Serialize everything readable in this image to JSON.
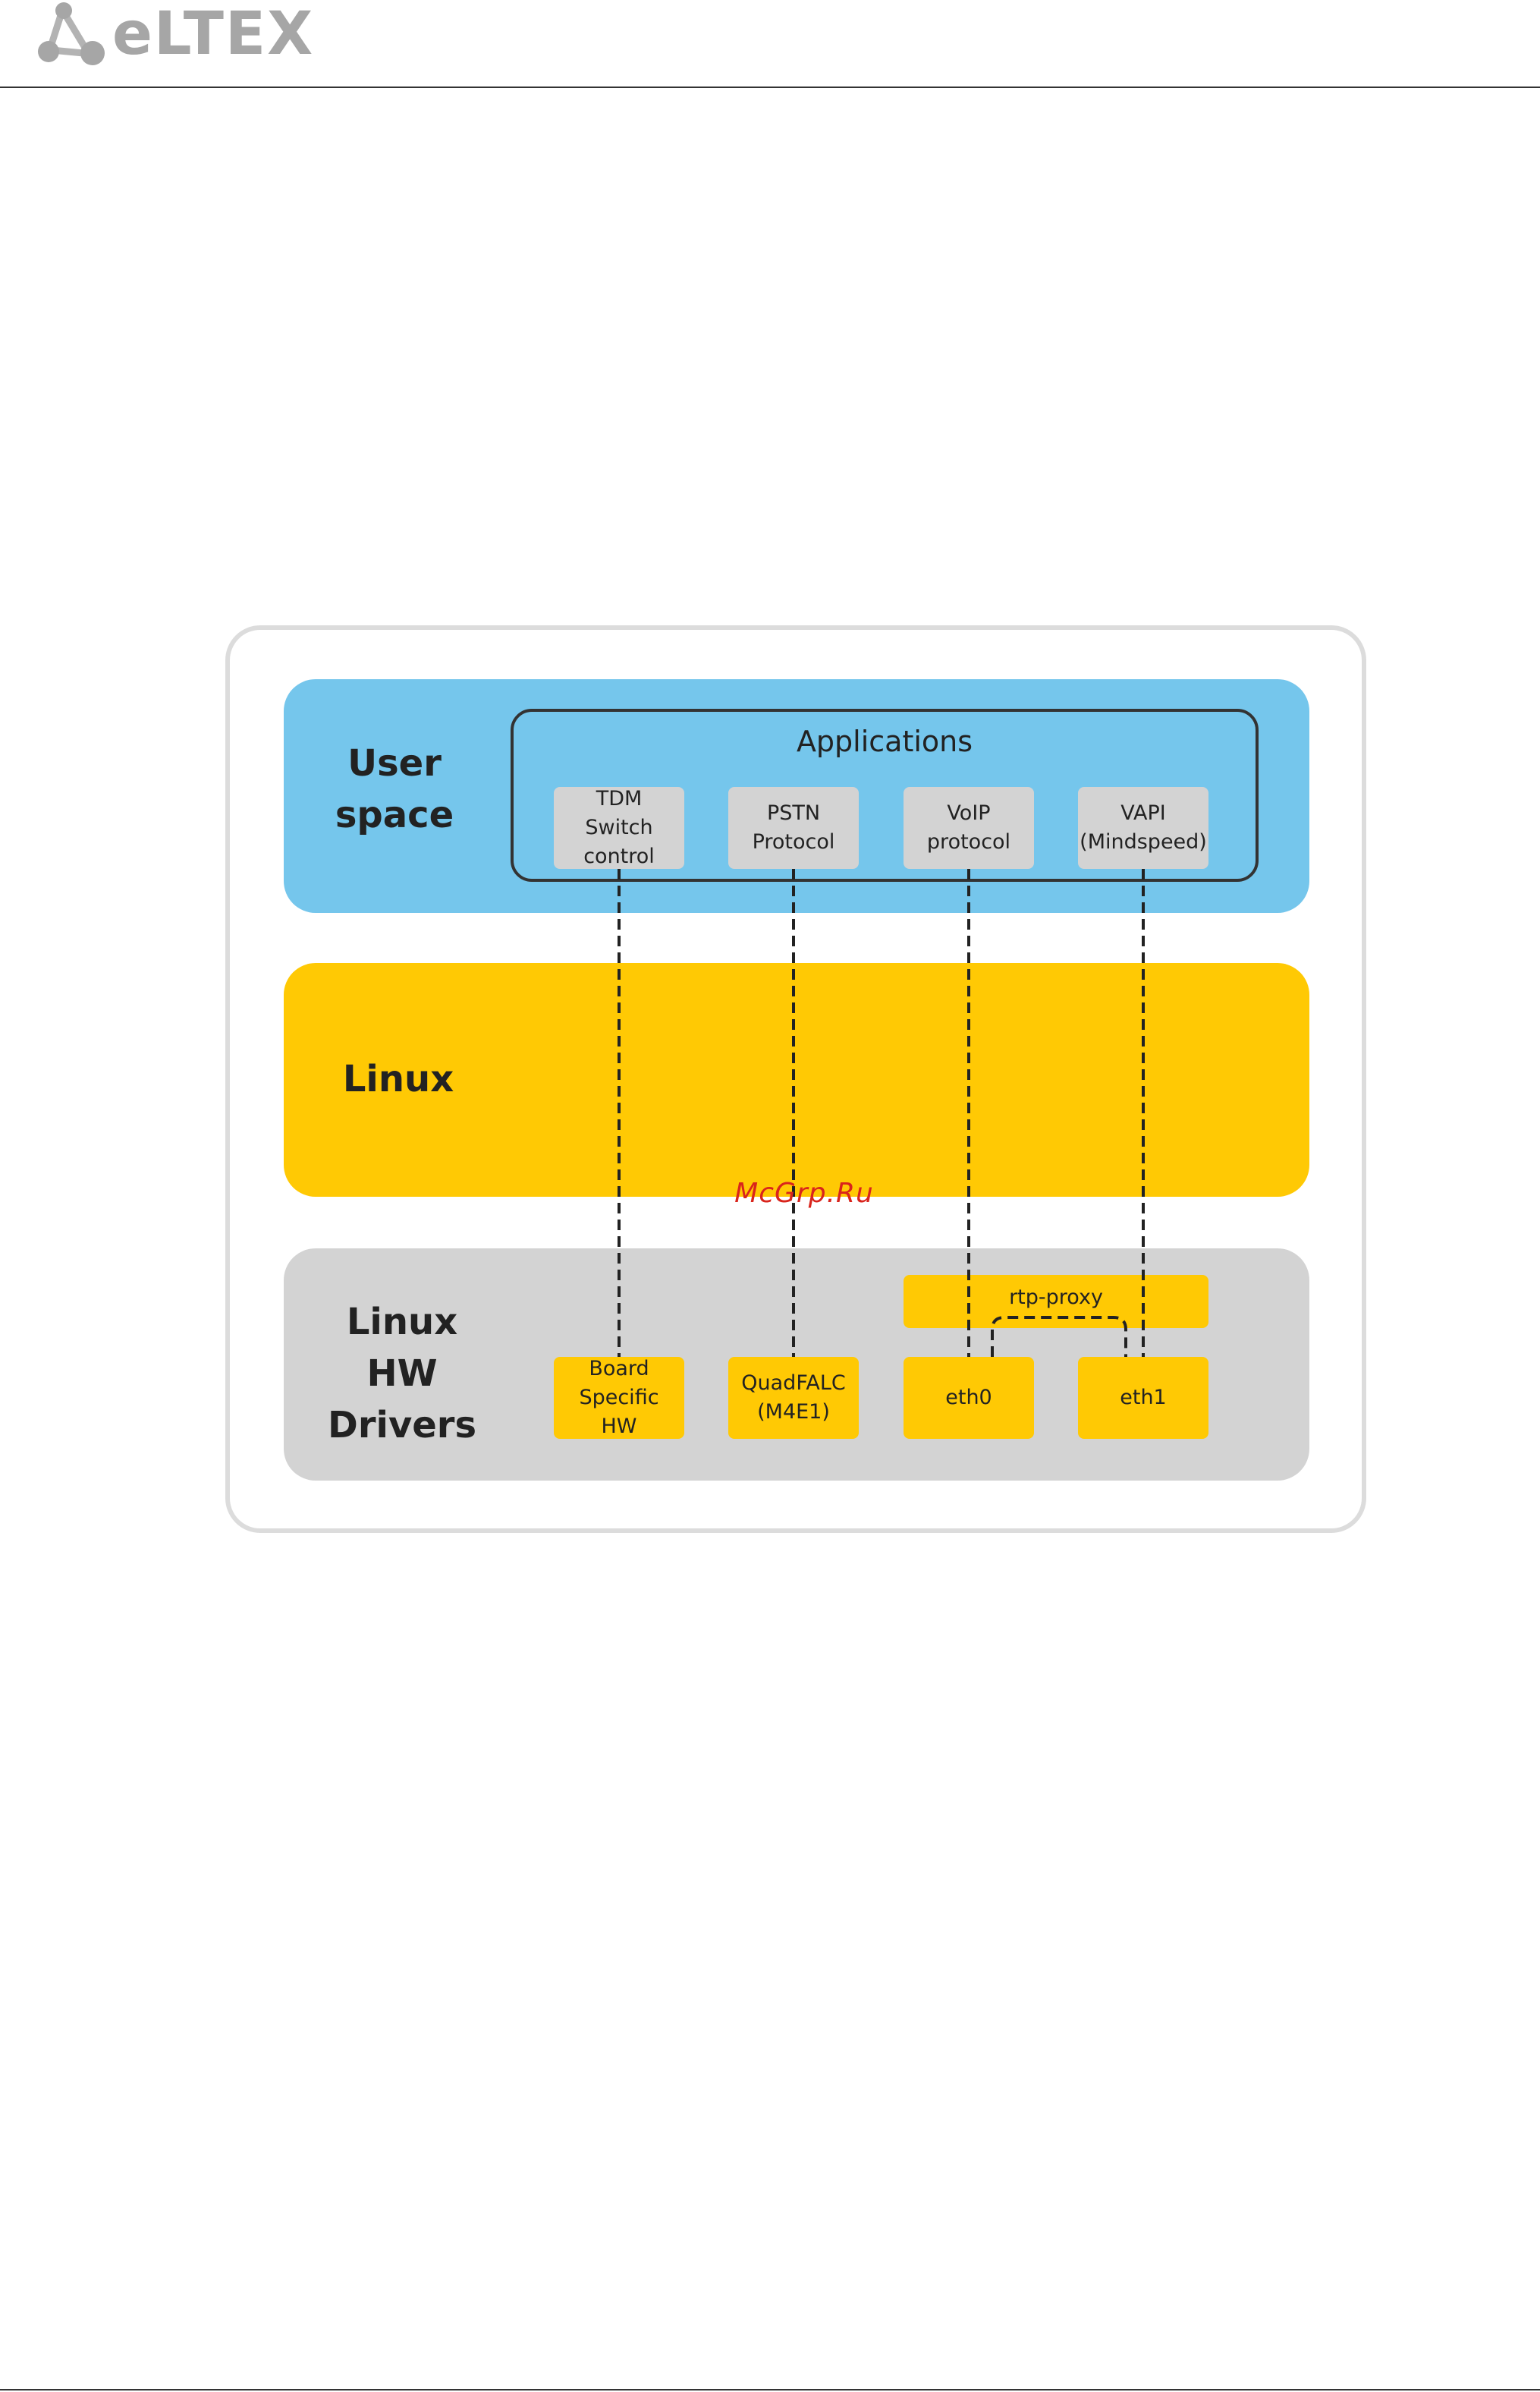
{
  "header": {
    "logo_text": "eLTEX"
  },
  "diagram": {
    "layers": {
      "user_space": "User\nspace",
      "linux": "Linux",
      "hw_drivers": "Linux\nHW\nDrivers"
    },
    "applications": {
      "title": "Applications",
      "items": [
        "TDM\nSwitch\ncontrol",
        "PSTN\nProtocol",
        "VoIP\nprotocol",
        "VAPI\n(Mindspeed)"
      ]
    },
    "drivers": {
      "items": [
        "Board\nSpecific\nHW",
        "QuadFALC\n(M4E1)",
        "eth0",
        "eth1"
      ],
      "rtp_proxy": "rtp-proxy"
    },
    "colors": {
      "user_space": "#75c6ec",
      "linux": "#ffc904",
      "hw_drivers": "#d3d3d3"
    }
  },
  "watermark": "McGrp.Ru"
}
